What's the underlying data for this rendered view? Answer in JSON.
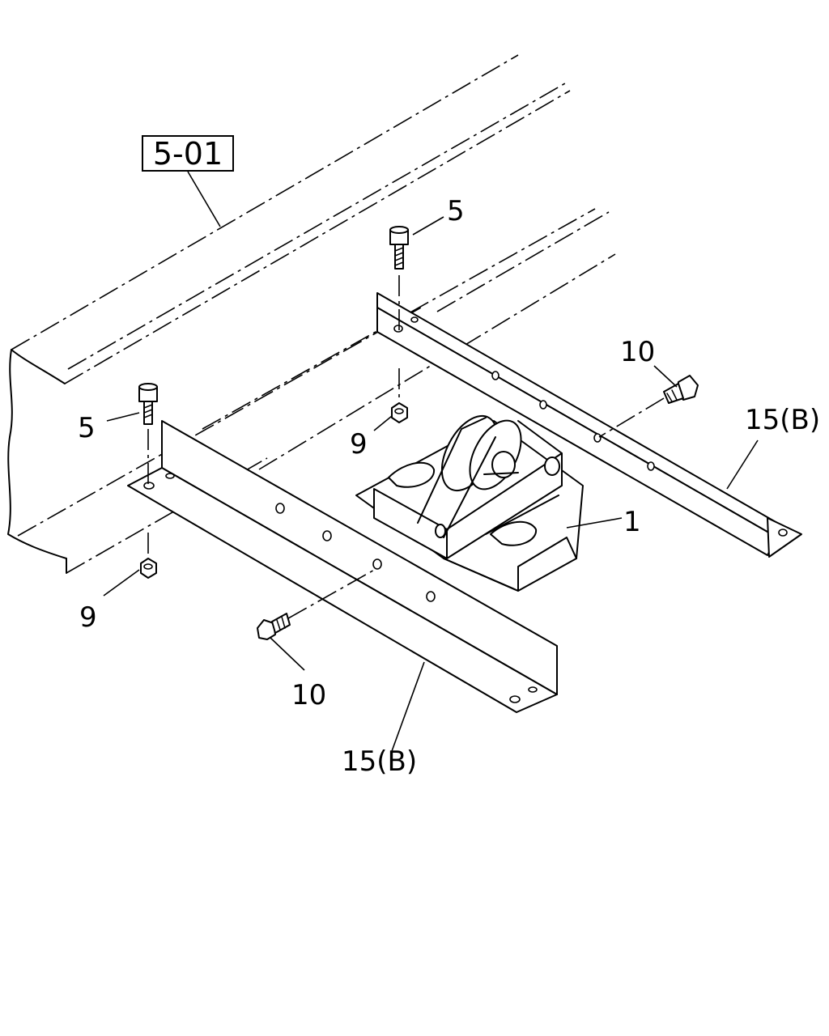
{
  "reference_box": {
    "text": "5-01"
  },
  "callouts": {
    "c1": "1",
    "c5_upper": "5",
    "c5_lower": "5",
    "c9_upper": "9",
    "c9_lower": "9",
    "c10_upper": "10",
    "c10_lower": "10",
    "c15_right": "15(B)",
    "c15_lower": "15(B)"
  }
}
